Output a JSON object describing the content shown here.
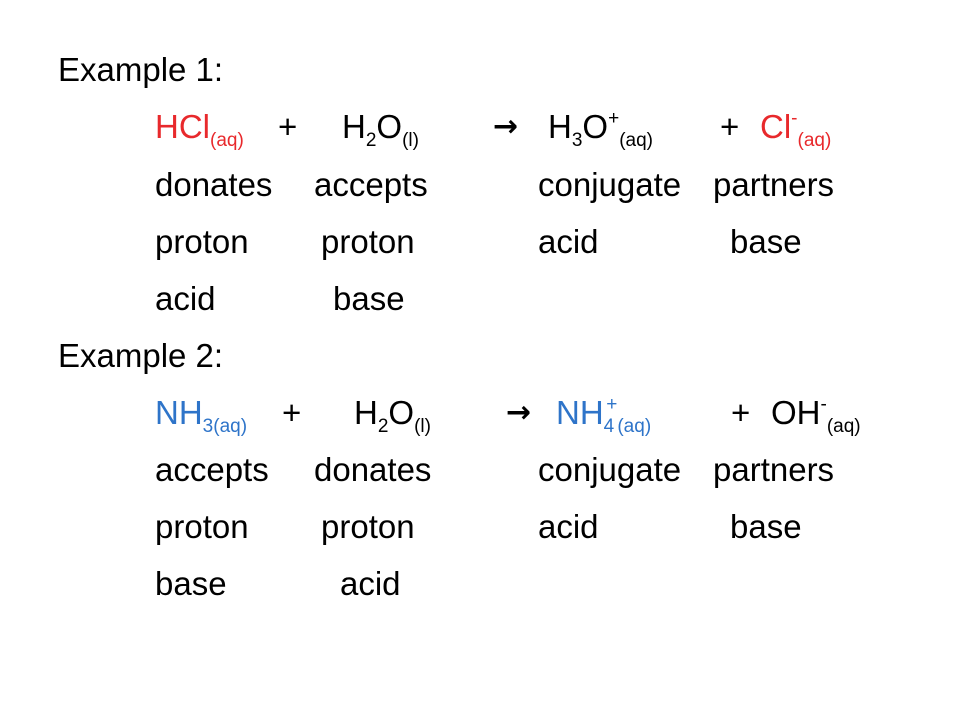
{
  "example1": {
    "heading": "Example 1:",
    "equation": {
      "reactant1": {
        "formula": "HCl",
        "state": "(aq)"
      },
      "plus1": "+",
      "reactant2": {
        "formula_a": "H",
        "sub_a": "2",
        "formula_b": "O",
        "state": "(l)"
      },
      "arrow": "→",
      "product1": {
        "formula_a": "H",
        "sub_a": "3",
        "formula_b": "O",
        "charge": "+",
        "state": "(aq)"
      },
      "plus2": "+",
      "product2": {
        "formula": "Cl",
        "charge": "-",
        "state": "(aq)"
      }
    },
    "row1": {
      "c1": "donates",
      "c2": "accepts",
      "c3": "conjugate",
      "c4": "partners"
    },
    "row2": {
      "c1": "proton",
      "c2": "proton",
      "c3": "acid",
      "c4": "base"
    },
    "row3": {
      "c1": "acid",
      "c2": "base"
    }
  },
  "example2": {
    "heading": "Example 2:",
    "equation": {
      "reactant1": {
        "formula": "NH",
        "sub": "3(aq)"
      },
      "plus1": "+",
      "reactant2": {
        "formula_a": "H",
        "sub_a": "2",
        "formula_b": "O",
        "state": "(l)"
      },
      "arrow": "→",
      "product1": {
        "formula": "NH",
        "sub": "4",
        "charge": "+",
        "state": "(aq)"
      },
      "plus2": "+",
      "product2": {
        "formula": "OH",
        "charge": "-",
        "state": "(aq)"
      }
    },
    "row1": {
      "c1": "accepts",
      "c2": "donates",
      "c3": "conjugate",
      "c4": "partners"
    },
    "row2": {
      "c1": "proton",
      "c2": "proton",
      "c3": "acid",
      "c4": "base"
    },
    "row3": {
      "c1": "base",
      "c2": "acid"
    }
  },
  "colors": {
    "acid_species": "#e8292c",
    "base_species": "#2e74c9",
    "text": "#000000",
    "background": "#ffffff"
  }
}
